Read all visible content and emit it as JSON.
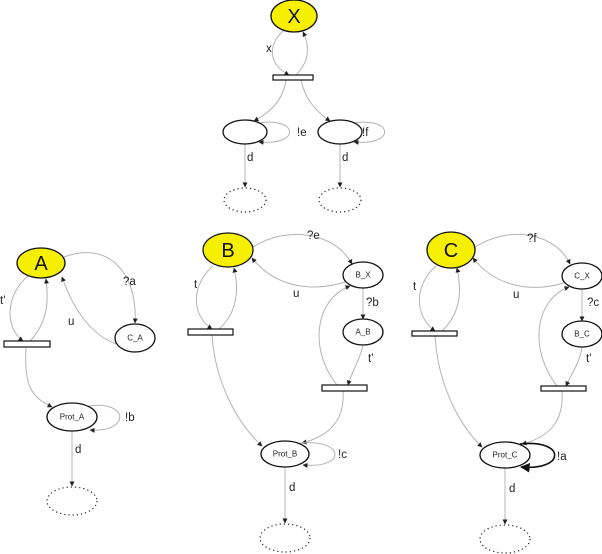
{
  "colors": {
    "initial_fill": "#f7ef00",
    "edge": "#b4b4b4",
    "arrow": "#222222"
  },
  "clusters": {
    "X": {
      "nodes": {
        "initial": "X",
        "left": "",
        "right": "",
        "left_final": "",
        "right_final": ""
      },
      "edge_labels": {
        "to_bar": "x",
        "left_loop": "!e",
        "right_loop": "!f",
        "left_d": "d",
        "right_d": "d"
      }
    },
    "A": {
      "nodes": {
        "initial": "A",
        "cross": "C_A",
        "prot": "Prot_A",
        "final": ""
      },
      "edge_labels": {
        "to_bar": "t'",
        "to_cross": "?a",
        "back": "u",
        "prot_loop": "!b",
        "prot_d": "d"
      }
    },
    "B": {
      "nodes": {
        "initial": "B",
        "cross": "B_X",
        "mid": "A_B",
        "prot": "Prot_B",
        "final": ""
      },
      "edge_labels": {
        "to_bar": "t",
        "to_cross": "?e",
        "back": "u",
        "cross_to_mid": "?b",
        "mid_to_bar": "t'",
        "prot_loop": "!c",
        "prot_d": "d"
      }
    },
    "C": {
      "nodes": {
        "initial": "C",
        "cross": "C_X",
        "mid": "B_C",
        "prot": "Prot_C",
        "final": ""
      },
      "edge_labels": {
        "to_bar": "t",
        "to_cross": "?f",
        "back": "u",
        "cross_to_mid": "?c",
        "mid_to_bar": "t'",
        "prot_loop": "!a",
        "prot_d": "d"
      }
    }
  }
}
